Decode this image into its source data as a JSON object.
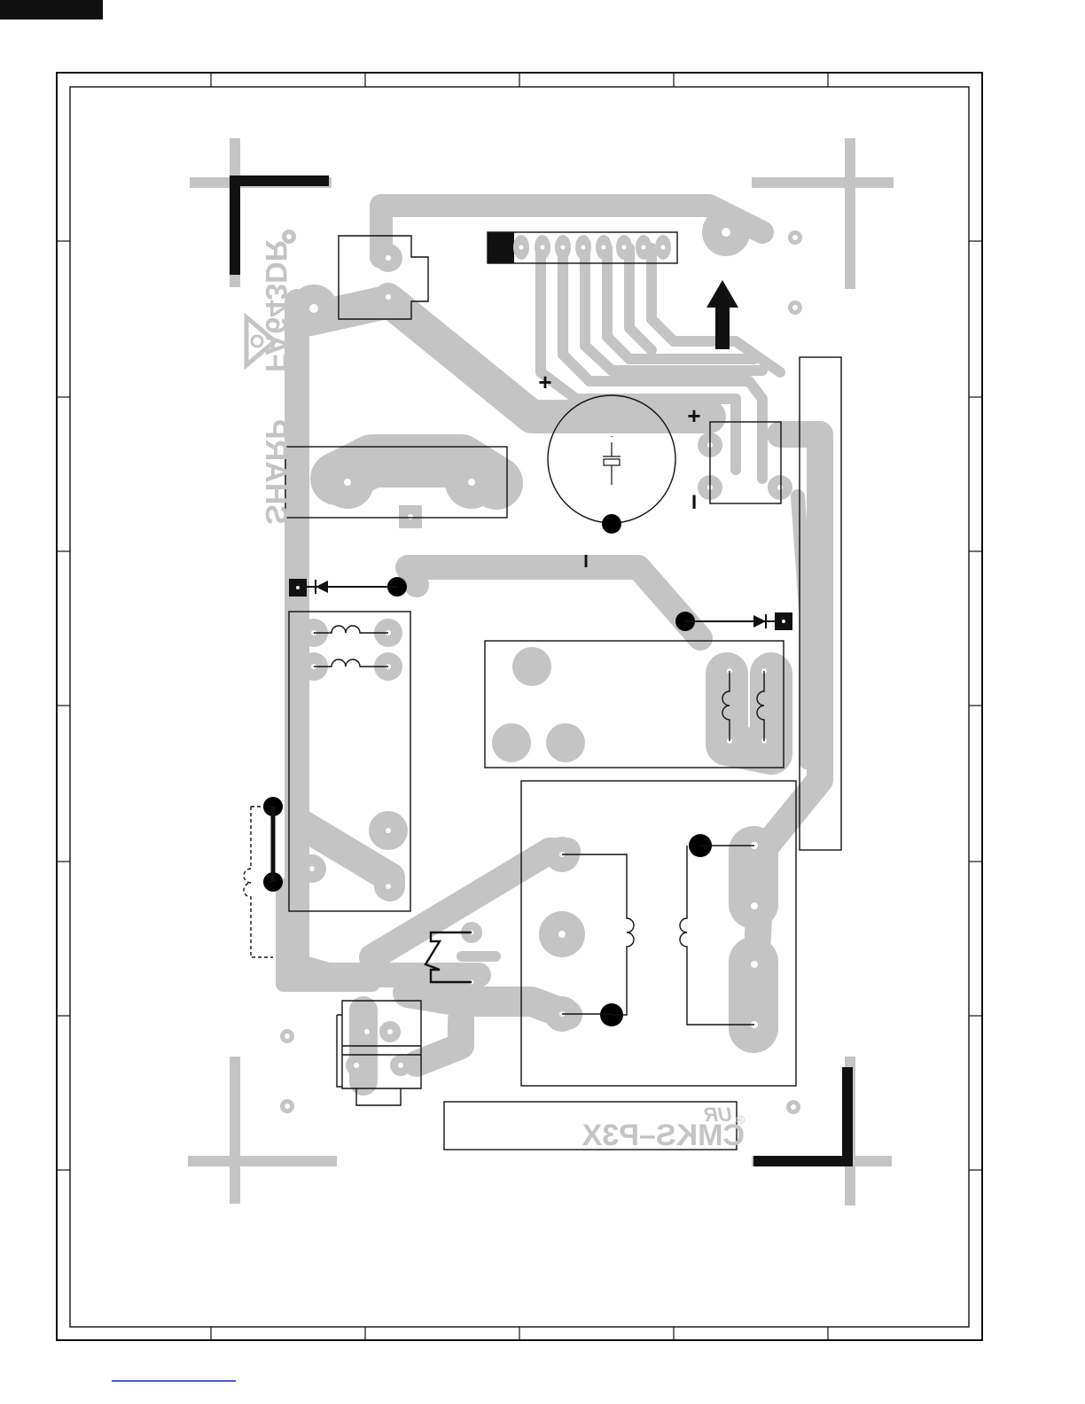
{
  "board": {
    "brand_text": "SHARP",
    "model_text": "FA643DR",
    "label_text": "CMKS–P3X",
    "ur_mark": "UR",
    "registered_mark": "®",
    "plus_symbol": "+",
    "minus_symbol": "I"
  },
  "colors": {
    "copper": "#c4c4c4",
    "silkscreen": "#111111",
    "frame": "#111111",
    "link_underline": "#4a5bd0"
  },
  "icons": [
    "safety-triangle-icon",
    "diode-icon",
    "inductor-icon",
    "capacitor-icon",
    "arrow-up-icon",
    "fuse-icon"
  ]
}
